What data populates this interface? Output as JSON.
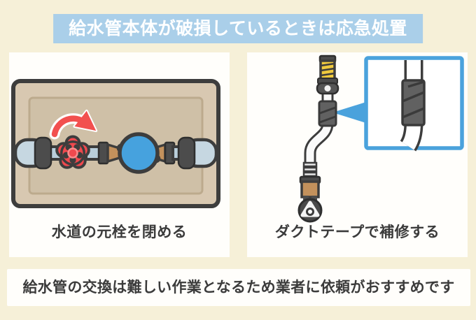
{
  "banner": {
    "title": "給水管本体が破損しているときは応急処置"
  },
  "panels": [
    {
      "id": "close-main-valve",
      "caption": "水道の元栓を閉める",
      "illustration": "water-meter-box-with-red-main-valve-and-turn-arrow"
    },
    {
      "id": "duct-tape-repair",
      "caption": "ダクトテープで補修する",
      "illustration": "flexible-pipe-wrapped-with-duct-tape-and-magnified-inset"
    }
  ],
  "footer": {
    "text": "給水管の交換は難しい作業となるため業者に依頼がおすすめです"
  },
  "colors": {
    "background": "#f6f0d8",
    "banner_bg": "#aacfe9",
    "banner_text": "#ffffff",
    "panel_bg": "#fffefb",
    "body_text": "#3b3b3b",
    "outline_dark": "#3d3d3d",
    "accent_blue": "#4aa2dc",
    "valve_red": "#f0494e",
    "valve_red_light": "#f98d8d",
    "meter_blue": "#46a2de",
    "meter_box_tan": "#d8c8b1",
    "meter_box_inner_tan": "#cfc0a7",
    "pipe_gray_blue": "#b9cedb",
    "pipe_cap_gray": "#c6d7e1",
    "fitting_dark": "#4c4c4c",
    "brass": "#c3915c",
    "thread_yellow": "#eec93e",
    "tape_gray": "#616161",
    "tape_stripe": "#3a3a3a"
  }
}
